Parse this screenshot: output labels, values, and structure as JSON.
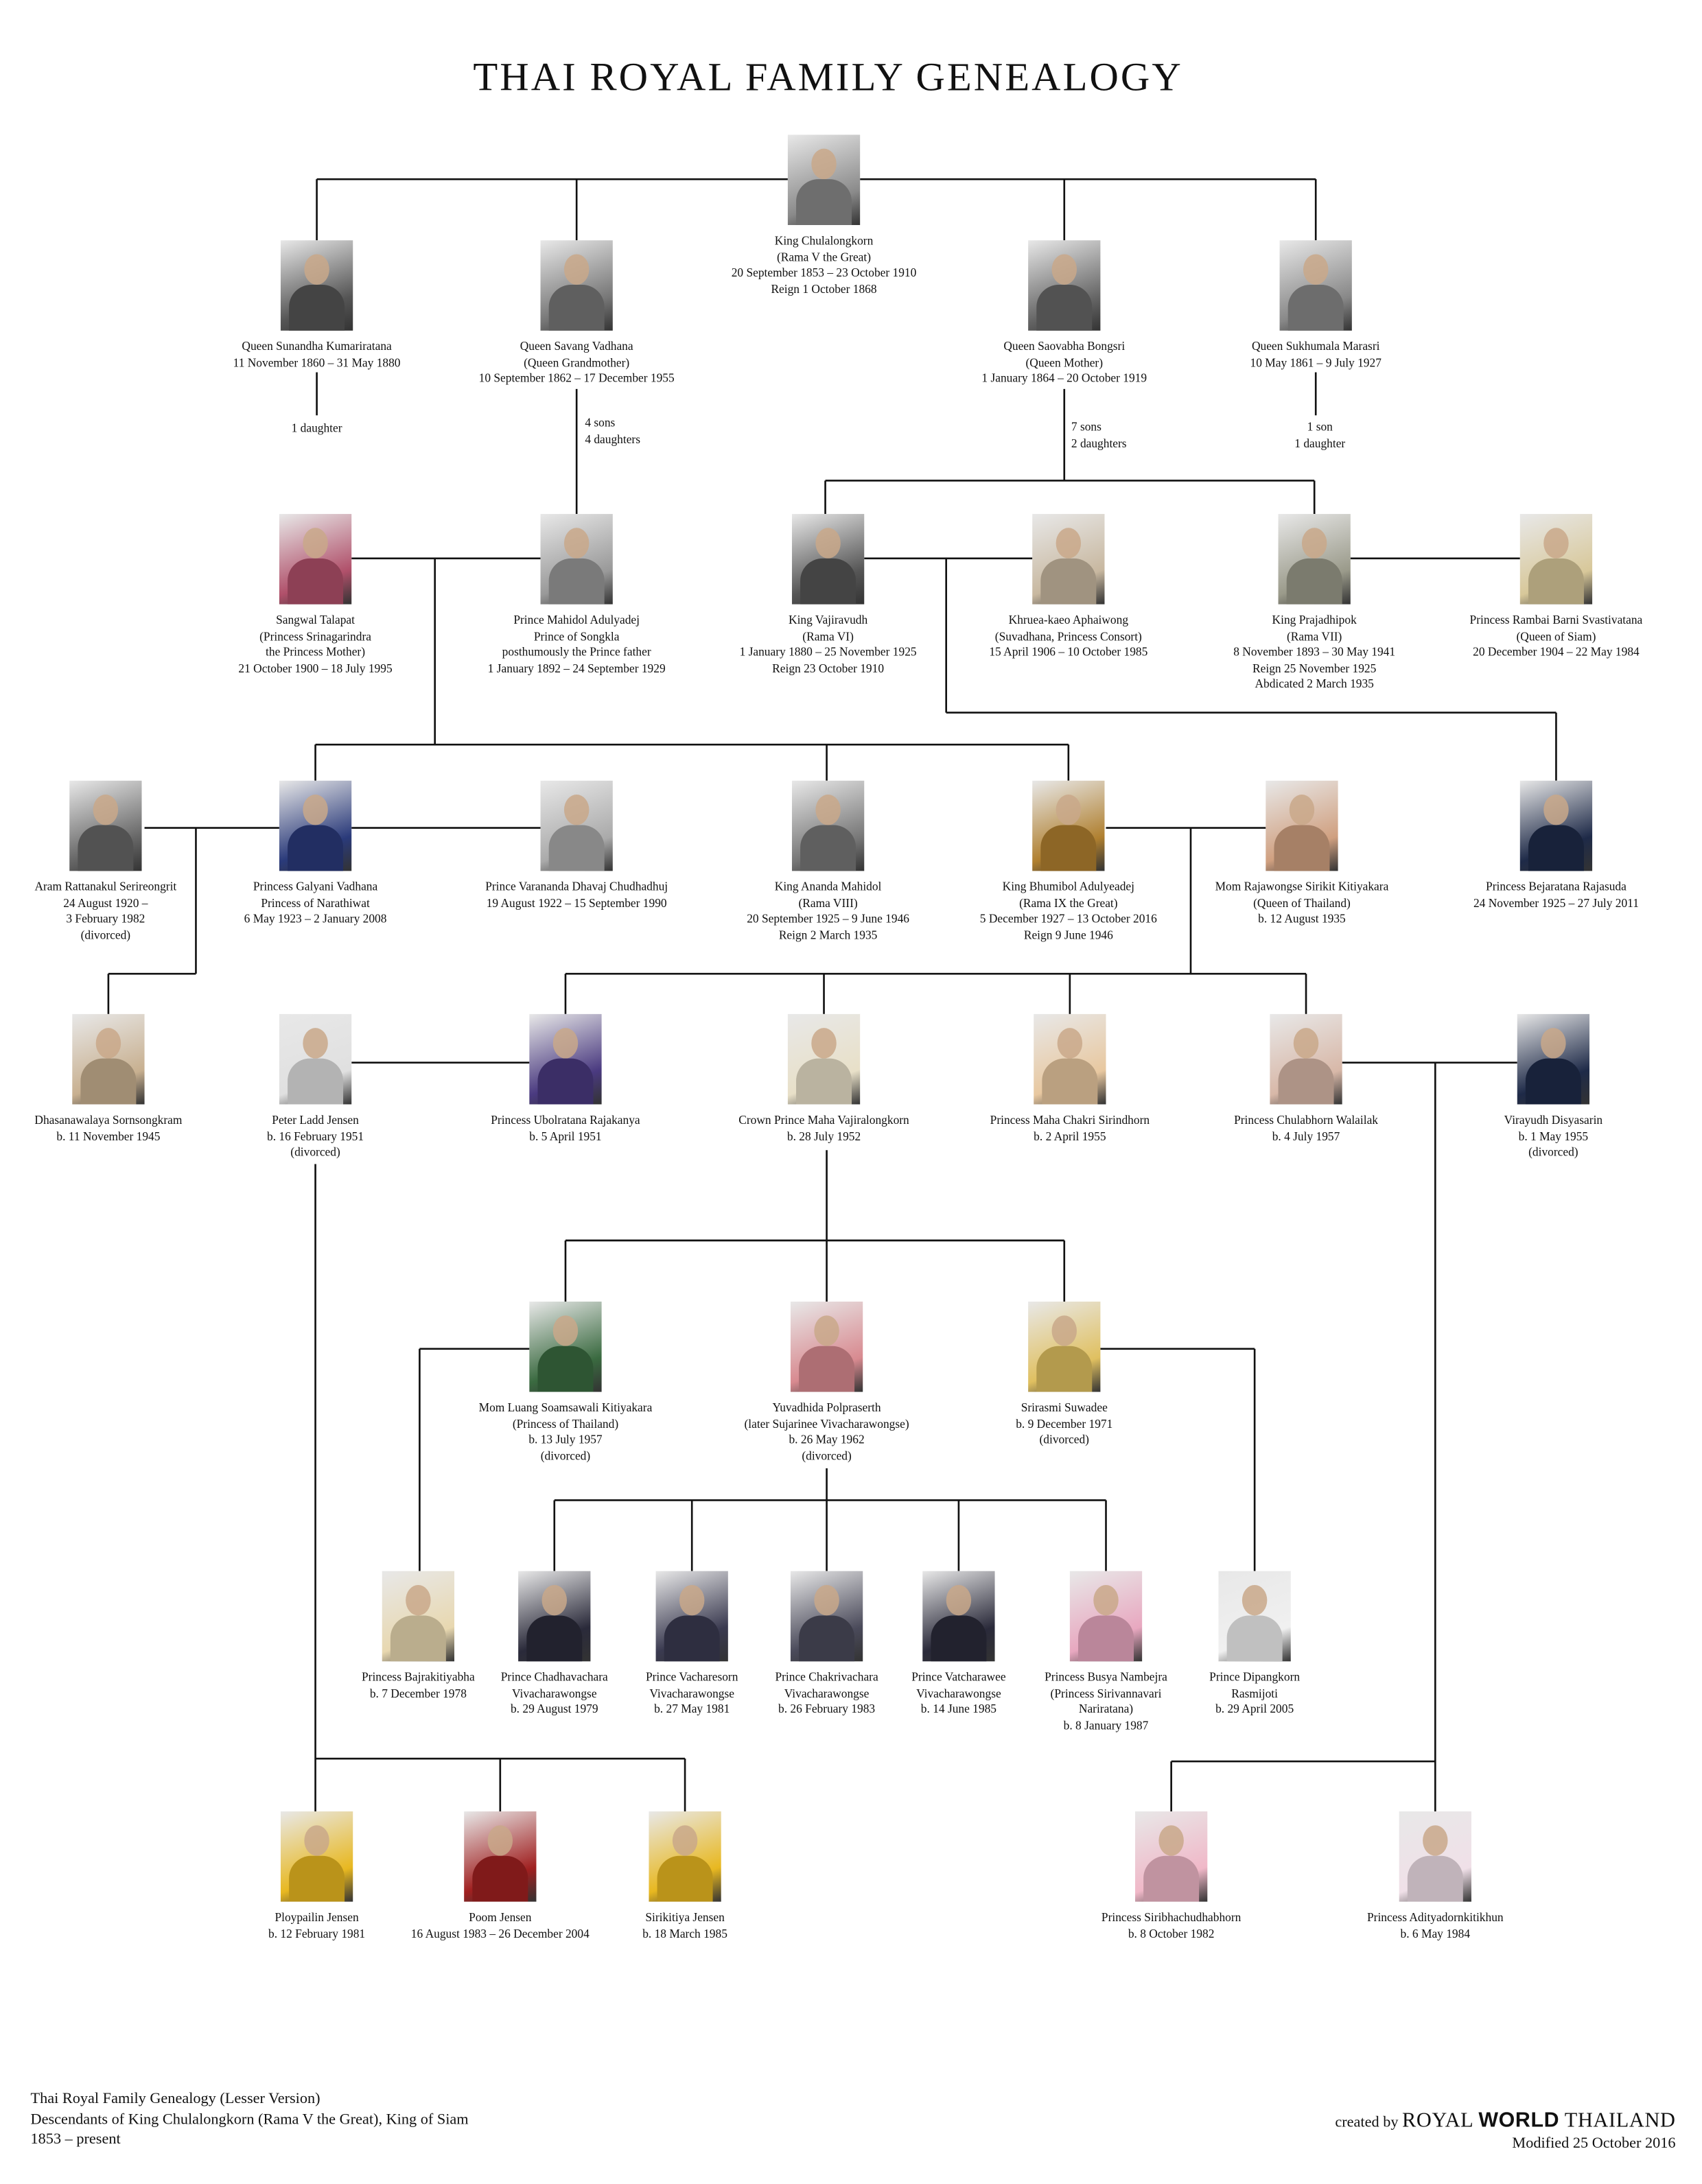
{
  "title": "THAI ROYAL FAMILY GENEALOGY",
  "people": [
    {
      "lines": [
        "King Chulalongkorn",
        "(Rama V the Great)",
        "20 September 1853 – 23 October 1910",
        "Reign 1 October 1868"
      ],
      "tone": "#8a8a8a"
    },
    {
      "lines": [
        "Queen Sunandha Kumariratana",
        "11 November 1860 – 31 May 1880"
      ],
      "tone": "#555555"
    },
    {
      "lines": [
        "Queen Savang Vadhana",
        "(Queen Grandmother)",
        "10 September 1862 – 17 December 1955"
      ],
      "tone": "#777777"
    },
    {
      "lines": [
        "Queen Saovabha Bongsri",
        "(Queen Mother)",
        "1 January 1864 – 20 October 1919"
      ],
      "tone": "#666666"
    },
    {
      "lines": [
        "Queen Sukhumala Marasri",
        "10 May 1861 – 9 July 1927"
      ],
      "tone": "#888888"
    },
    {
      "lines": [
        "Sangwal Talapat",
        "(Princess Srinagarindra",
        "the Princess Mother)",
        "21 October 1900 – 18 July 1995"
      ],
      "tone": "#b0506a"
    },
    {
      "lines": [
        "Prince Mahidol Adulyadej",
        "Prince of Songkla",
        "posthumously the Prince father",
        "1 January 1892 – 24 September 1929"
      ],
      "tone": "#999999"
    },
    {
      "lines": [
        "King Vajiravudh",
        "(Rama VI)",
        "1 January 1880 – 25 November 1925",
        "Reign 23 October 1910"
      ],
      "tone": "#555555"
    },
    {
      "lines": [
        "Khruea-kaeo Aphaiwong",
        "(Suvadhana, Princess Consort)",
        "15 April 1906 – 10 October 1985"
      ],
      "tone": "#c8b8a0"
    },
    {
      "lines": [
        "King Prajadhipok",
        "(Rama VII)",
        "8 November 1893 – 30 May 1941",
        "Reign 25 November 1925",
        "Abdicated 2 March 1935"
      ],
      "tone": "#9a9a8a"
    },
    {
      "lines": [
        "Princess Rambai Barni Svastivatana",
        "(Queen of Siam)",
        "20 December 1904 – 22 May 1984"
      ],
      "tone": "#d8c89a"
    },
    {
      "lines": [
        "Aram Rattanakul Serireongrit",
        "24 August 1920 –",
        "3 February 1982",
        "(divorced)"
      ],
      "tone": "#666666"
    },
    {
      "lines": [
        "Princess Galyani Vadhana",
        "Princess of Narathiwat",
        "6 May 1923 – 2 January 2008"
      ],
      "tone": "#2a3a7a"
    },
    {
      "lines": [
        "Prince Varananda Dhavaj Chudhadhuj",
        "19 August 1922 – 15 September 1990"
      ],
      "tone": "#aaaaaa"
    },
    {
      "lines": [
        "King Ananda Mahidol",
        "(Rama VIII)",
        "20 September 1925 – 9 June 1946",
        "Reign 2 March 1935"
      ],
      "tone": "#777777"
    },
    {
      "lines": [
        "King Bhumibol Adulyeadej",
        "(Rama IX the Great)",
        "5 December 1927 – 13 October 2016",
        "Reign 9 June 1946"
      ],
      "tone": "#b08030"
    },
    {
      "lines": [
        "Mom Rajawongse Sirikit Kitiyakara",
        "(Queen of Thailand)",
        "b. 12 August 1935"
      ],
      "tone": "#d0a080"
    },
    {
      "lines": [
        "Princess Bejaratana Rajasuda",
        "24 November 1925 – 27 July 2011"
      ],
      "tone": "#1e2a48"
    },
    {
      "lines": [
        "Dhasanawalaya Sornsongkram",
        "b. 11 November 1945"
      ],
      "tone": "#c8b090"
    },
    {
      "lines": [
        "Peter Ladd Jensen",
        "b. 16 February 1951",
        "(divorced)"
      ],
      "tone": "#e0e0e0"
    },
    {
      "lines": [
        "Princess Ubolratana Rajakanya",
        "b. 5 April 1951"
      ],
      "tone": "#4a3a80"
    },
    {
      "lines": [
        "Crown Prince Maha Vajiralongkorn",
        "b. 28 July 1952"
      ],
      "tone": "#e8e0c8"
    },
    {
      "lines": [
        "Princess Maha Chakri Sirindhorn",
        "b. 2 April 1955"
      ],
      "tone": "#e8c8a0"
    },
    {
      "lines": [
        "Princess Chulabhorn Walailak",
        "b. 4 July 1957"
      ],
      "tone": "#d8b8a8"
    },
    {
      "lines": [
        "Virayudh Disyasarin",
        "b. 1 May 1955",
        "(divorced)"
      ],
      "tone": "#1e2a48"
    },
    {
      "lines": [
        "Mom Luang Soamsawali Kitiyakara",
        "(Princess of Thailand)",
        "b. 13 July 1957",
        "(divorced)"
      ],
      "tone": "#3a6a40"
    },
    {
      "lines": [
        "Yuvadhida Polpraserth",
        "(later Sujarinee Vivacharawongse)",
        "b. 26 May 1962",
        "(divorced)"
      ],
      "tone": "#d88a90"
    },
    {
      "lines": [
        "Srirasmi Suwadee",
        "b. 9 December 1971",
        "(divorced)"
      ],
      "tone": "#e0c060"
    },
    {
      "lines": [
        "Princess Bajrakitiyabha",
        "b. 7 December 1978"
      ],
      "tone": "#e8d8b0"
    },
    {
      "lines": [
        "Prince Chadhavachara",
        "Vivacharawongse",
        "b. 29 August 1979"
      ],
      "tone": "#2a2a3a"
    },
    {
      "lines": [
        "Prince Vacharesorn",
        "Vivacharawongse",
        "b. 27 May 1981"
      ],
      "tone": "#3a3a50"
    },
    {
      "lines": [
        "Prince Chakrivachara",
        "Vivacharawongse",
        "b. 26 February 1983"
      ],
      "tone": "#4a4a5a"
    },
    {
      "lines": [
        "Prince Vatcharawee",
        "Vivacharawongse",
        "b. 14 June 1985"
      ],
      "tone": "#2a2a3a"
    },
    {
      "lines": [
        "Princess Busya Nambejra",
        "(Princess Sirivannavari",
        "Nariratana)",
        "b. 8 January 1987"
      ],
      "tone": "#e8a8c0"
    },
    {
      "lines": [
        "Prince Dipangkorn",
        "Rasmijoti",
        "b. 29 April 2005"
      ],
      "tone": "#f0f0f0"
    },
    {
      "lines": [
        "Ploypailin Jensen",
        "b. 12 February 1981"
      ],
      "tone": "#e8b820"
    },
    {
      "lines": [
        "Poom Jensen",
        "16 August 1983 – 26 December 2004"
      ],
      "tone": "#a02020"
    },
    {
      "lines": [
        "Sirikitiya Jensen",
        "b. 18 March 1985"
      ],
      "tone": "#e8b820"
    },
    {
      "lines": [
        "Princess Siribhachudhabhorn",
        "b. 8 October 1982"
      ],
      "tone": "#f0b8c8"
    },
    {
      "lines": [
        "Princess Adityadornkitikhun",
        "b. 6 May 1984"
      ],
      "tone": "#f0e0e8"
    }
  ],
  "notes": [
    {
      "lines": [
        "1 daughter"
      ]
    },
    {
      "lines": [
        "4 sons",
        "4 daughters"
      ]
    },
    {
      "lines": [
        "7 sons",
        "2 daughters"
      ]
    },
    {
      "lines": [
        "1 son",
        "1 daughter"
      ]
    }
  ],
  "footer": {
    "left": [
      "Thai Royal Family Genealogy (Lesser Version)",
      "Descendants of King Chulalongkorn (Rama V the Great), King of Siam",
      "1853 – present"
    ],
    "created_by": "created by",
    "brand_a": "ROYAL",
    "brand_b": "WORLD",
    "brand_c": "THAILAND",
    "modified": "Modified 25 October 2016"
  }
}
